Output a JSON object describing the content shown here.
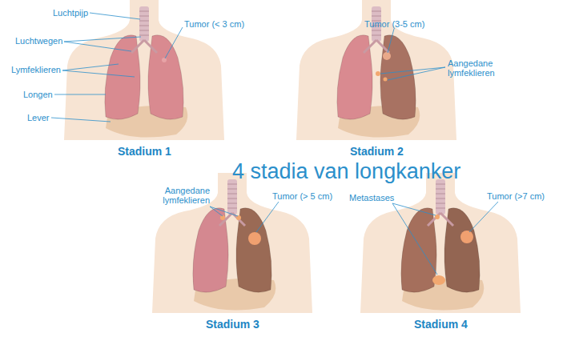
{
  "diagram": {
    "title": "4 stadia van longkanker",
    "labels": [
      "Luchtpijp",
      "Tumor (< 3 cm)",
      "Luchtwegen",
      "Lymfeklieren",
      "Longen",
      "Lever",
      "Stadium 1",
      "Tumor (3-5 cm)",
      "Aangedane lymfeklieren",
      "Stadium 2",
      "Aangedane lymfeklieren",
      "Tumor (> 5 cm)",
      "Stadium 3",
      "Metastases",
      "Tumor (>7 cm)",
      "Stadium 4"
    ]
  }
}
